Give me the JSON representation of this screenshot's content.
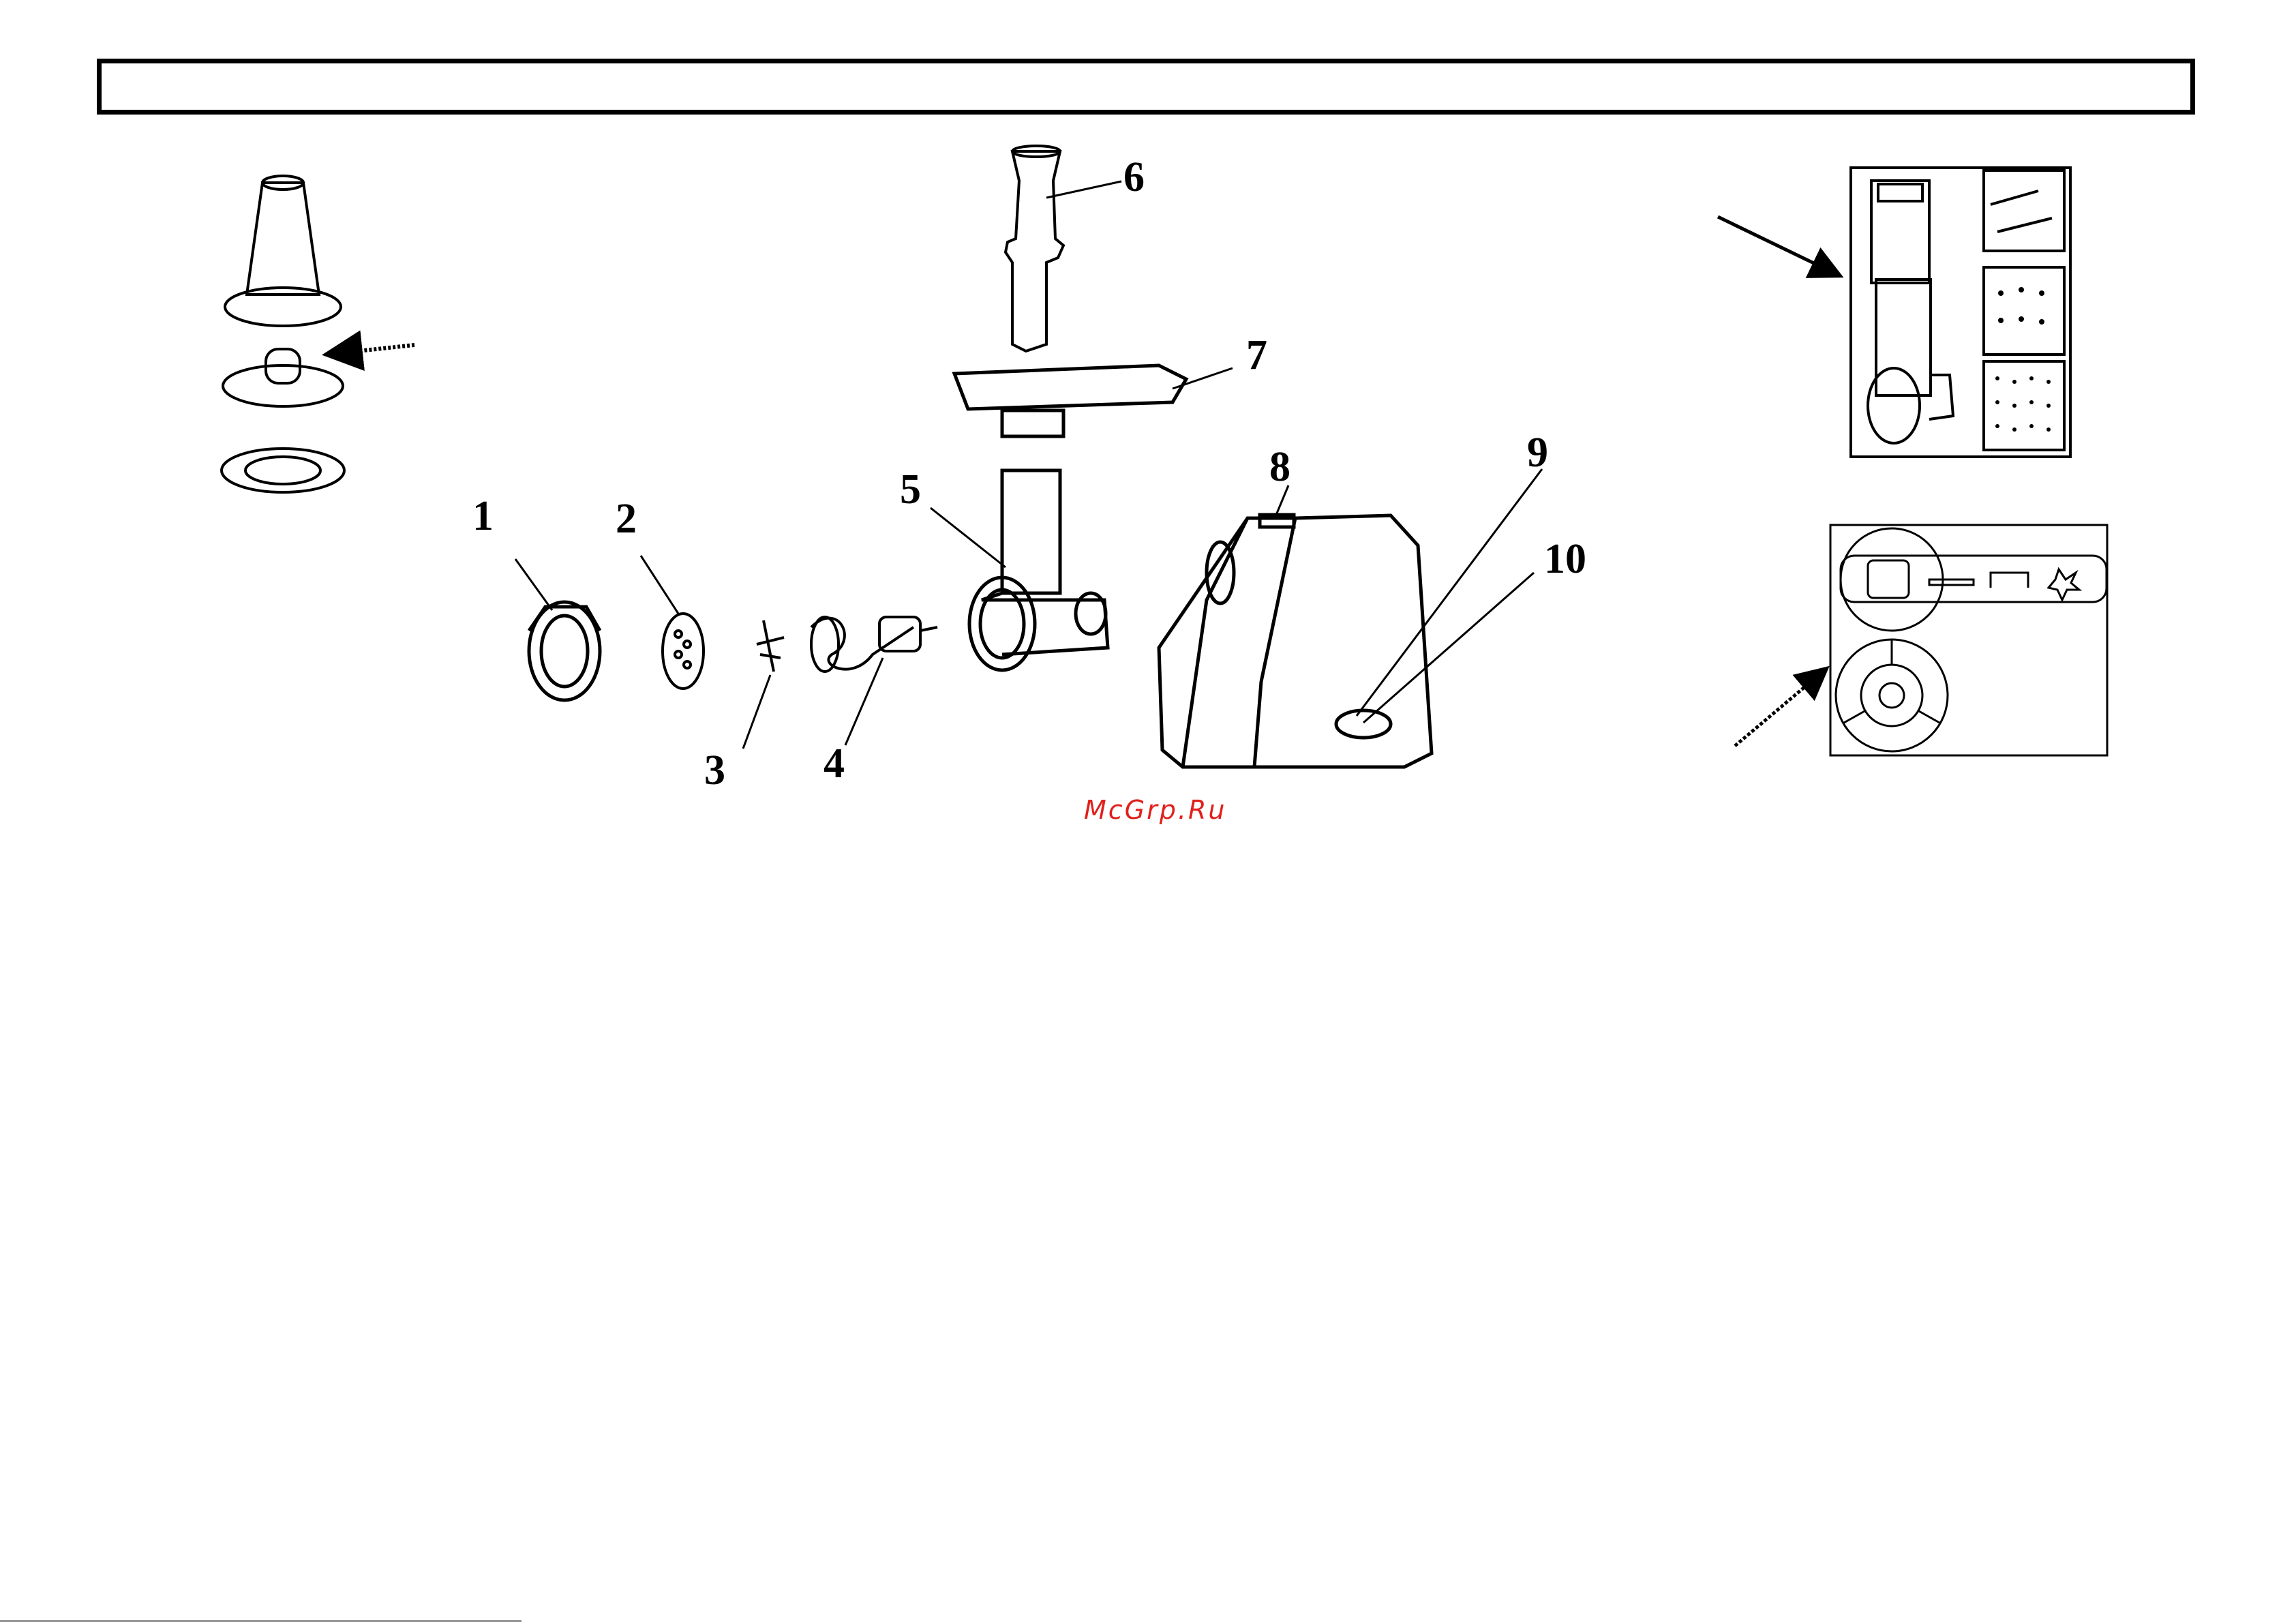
{
  "header": {
    "title": ""
  },
  "callouts": [
    "1",
    "2",
    "3",
    "4",
    "5",
    "6",
    "7",
    "8",
    "9",
    "10"
  ],
  "watermark": "McGrp.Ru",
  "colors": {
    "line": "#000000",
    "watermark": "#e0201c"
  }
}
